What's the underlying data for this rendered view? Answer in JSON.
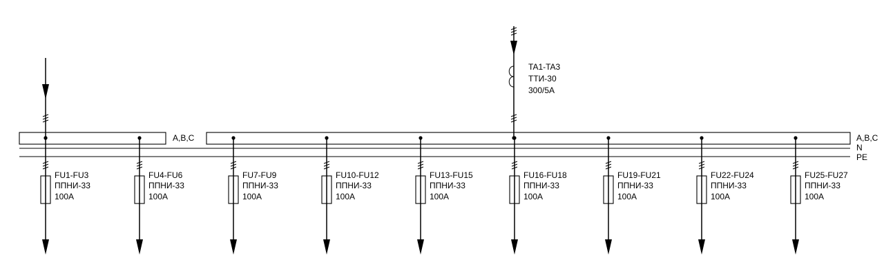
{
  "busbar": {
    "phase_label_left": "A,B,C",
    "phase_label_right": "A,B,C",
    "neutral_label": "N",
    "pe_label": "PE"
  },
  "transformer": {
    "designation": "TA1-TA3",
    "type": "ТТИ-30",
    "ratio": "300/5А"
  },
  "feeders": [
    {
      "designation": "FU1-FU3",
      "type": "ППНИ-33",
      "rating": "100А"
    },
    {
      "designation": "FU4-FU6",
      "type": "ППНИ-33",
      "rating": "100А"
    },
    {
      "designation": "FU7-FU9",
      "type": "ППНИ-33",
      "rating": "100А"
    },
    {
      "designation": "FU10-FU12",
      "type": "ППНИ-33",
      "rating": "100А"
    },
    {
      "designation": "FU13-FU15",
      "type": "ППНИ-33",
      "rating": "100А"
    },
    {
      "designation": "FU16-FU18",
      "type": "ППНИ-33",
      "rating": "100А"
    },
    {
      "designation": "FU19-FU21",
      "type": "ППНИ-33",
      "rating": "100А"
    },
    {
      "designation": "FU22-FU24",
      "type": "ППНИ-33",
      "rating": "100А"
    },
    {
      "designation": "FU25-FU27",
      "type": "ППНИ-33",
      "rating": "100А"
    }
  ]
}
